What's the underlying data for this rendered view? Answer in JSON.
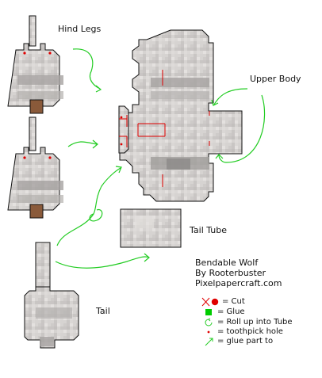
{
  "labels": {
    "hind_legs": "Hind Legs",
    "upper_body": "Upper Body",
    "tail_tube": "Tail Tube",
    "tail": "Tail"
  },
  "credits": {
    "title": "Bendable Wolf",
    "author": "By Rooterbuster",
    "site": "Pixelpapercraft.com"
  },
  "legend": [
    {
      "icon": "cut-icon",
      "text": "= Cut"
    },
    {
      "icon": "glue-icon",
      "text": "= Glue"
    },
    {
      "icon": "roll-icon",
      "text": "= Roll up into Tube"
    },
    {
      "icon": "toothpick-icon",
      "text": "= toothpick hole"
    },
    {
      "icon": "arrow-icon",
      "text": "= glue part to"
    }
  ],
  "colors": {
    "cut": "#e00000",
    "glue": "#00cc00",
    "arrow": "#22cc22",
    "fur_light": "#d8d4d2",
    "fur_dark": "#9a9896",
    "paw": "#8a5a3a",
    "outline": "#111111"
  }
}
